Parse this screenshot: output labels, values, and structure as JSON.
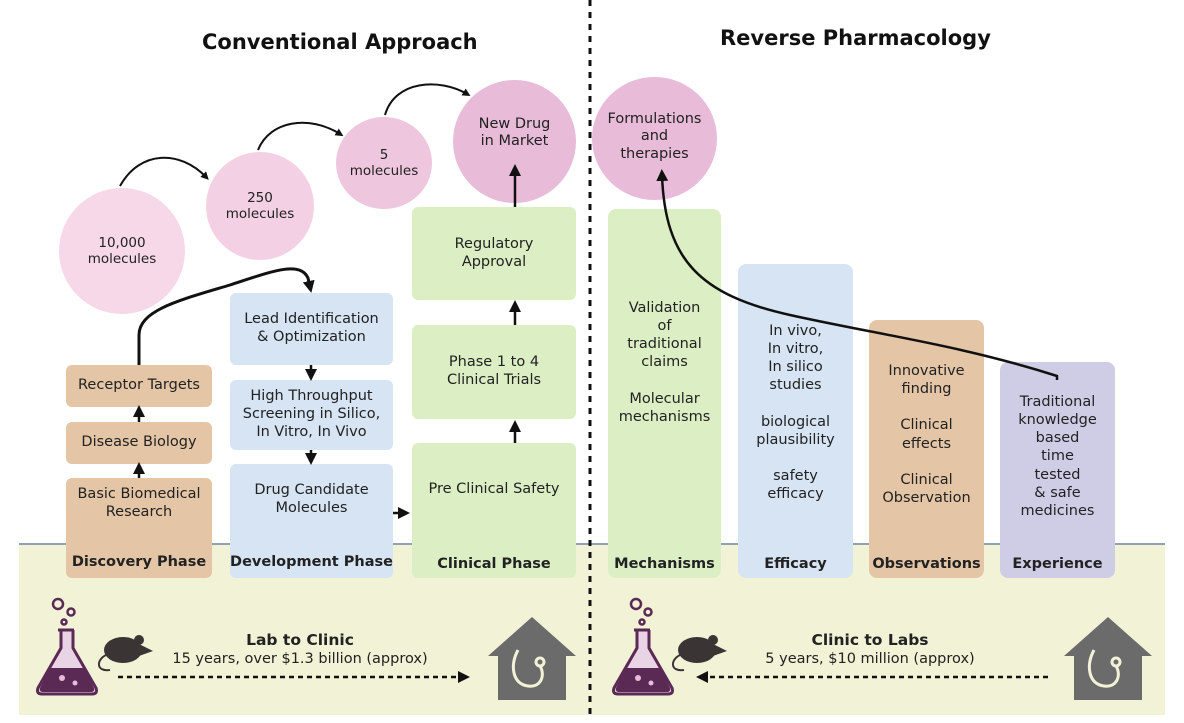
{
  "titles": {
    "left": "Conventional Approach",
    "right": "Reverse Pharmacology"
  },
  "colors": {
    "tan": "#e4c6a6",
    "blue": "#d6e4f4",
    "green": "#dcefc4",
    "pink": "#e8bcd8",
    "lavender": "#cfcde6",
    "band": "#f2f2d6",
    "icon": "#6b6b6b",
    "flask": "#5a2a55"
  },
  "circles": {
    "c10000": "10,000\nmolecules",
    "c250": "250\nmolecules",
    "c5": "5\nmolecules",
    "newdrug": "New Drug\nin Market",
    "formulations": "Formulations\nand\ntherapies"
  },
  "discovery": {
    "receptor": "Receptor Targets",
    "disease": "Disease Biology",
    "basic": "Basic Biomedical\nResearch",
    "phase": "Discovery Phase"
  },
  "development": {
    "lead": "Lead Identification\n& Optimization",
    "htp": "High Throughput\nScreening in Silico,\nIn Vitro, In Vivo",
    "candidate": "Drug Candidate\nMolecules",
    "phase": "Development Phase"
  },
  "clinical": {
    "regulatory": "Regulatory\nApproval",
    "trials": "Phase 1 to 4\nClinical Trials",
    "preclinical": "Pre Clinical Safety",
    "phase": "Clinical Phase"
  },
  "reverse": {
    "mechanisms": {
      "text": "Validation\nof\ntraditional\nclaims\n\nMolecular\nmechanisms",
      "phase": "Mechanisms"
    },
    "efficacy": {
      "text": "In vivo,\nIn vitro,\nIn silico\nstudies\n\nbiological\nplausibility\n\nsafety\nefficacy",
      "phase": "Efficacy"
    },
    "observations": {
      "text": "Innovative\nfinding\n\nClinical\neffects\n\nClinical\nObservation",
      "phase": "Observations"
    },
    "experience": {
      "text": "Traditional\nknowledge\nbased\ntime\ntested\n& safe\nmedicines",
      "phase": "Experience"
    }
  },
  "bottom": {
    "left_title": "Lab to Clinic",
    "left_sub": "15 years, over $1.3 billion (approx)",
    "right_title": "Clinic to Labs",
    "right_sub": "5 years, $10 million (approx)"
  },
  "icons": [
    "flask-icon",
    "mouse-icon",
    "house-stethoscope-icon"
  ]
}
